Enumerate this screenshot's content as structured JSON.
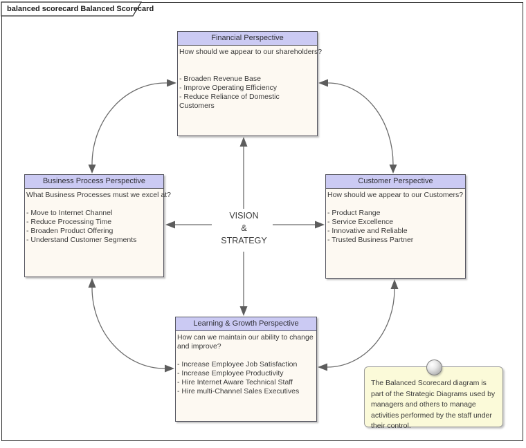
{
  "tab": {
    "title": "balanced scorecard Balanced Scorecard"
  },
  "center": {
    "lines": [
      "VISION",
      "&",
      "STRATEGY"
    ]
  },
  "boxes": {
    "financial": {
      "title": "Financial Perspective",
      "question": "How should we appear to our shareholders?",
      "items": [
        "- Broaden Revenue Base",
        "- Improve Operating Efficiency",
        "- Reduce Reliance of Domestic Customers"
      ]
    },
    "business_process": {
      "title": "Business Process Perspective",
      "question": "What Business Processes must we excel at?",
      "items": [
        "- Move to Internet Channel",
        "- Reduce Processing Time",
        "- Broaden Product Offering",
        "- Understand Customer Segments"
      ]
    },
    "customer": {
      "title": "Customer Perspective",
      "question": "How should we appear to our Customers?",
      "items": [
        "- Product Range",
        "- Service Excellence",
        "- Innovative and Reliable",
        "- Trusted Business Partner"
      ]
    },
    "learning_growth": {
      "title": "Learning & Growth Perspective",
      "question": "How can we maintain our ability to change and improve?",
      "items": [
        "- Increase Employee Job Satisfaction",
        "- Increase Employee Productivity",
        "- Hire Internet Aware Technical Staff",
        "- Hire multi-Channel Sales Executives"
      ]
    }
  },
  "note": {
    "text": "The Balanced Scorecard diagram is part of the Strategic Diagrams used by managers and others to manage activities performed by the staff under their control."
  },
  "colors": {
    "header_fill": "#CBCAF3",
    "body_fill": "#FDF9F2",
    "note_fill": "#FBFAD9",
    "border": "#55555F",
    "arrow": "#6B6B6B"
  }
}
